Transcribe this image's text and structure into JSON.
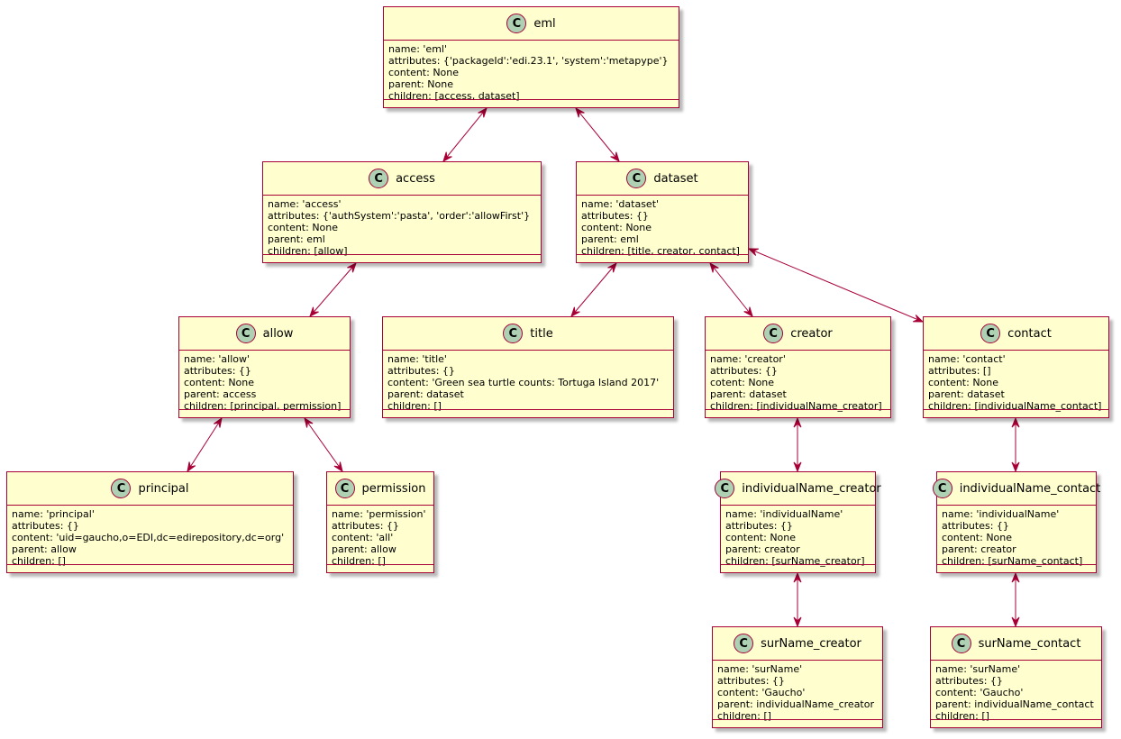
{
  "classes": {
    "eml": {
      "icon": "C",
      "name": "eml",
      "fields": [
        "name: 'eml'",
        "attributes: {'packageId':'edi.23.1', 'system':'metapype'}",
        "content: None",
        "parent: None",
        "children: [access, dataset]"
      ]
    },
    "access": {
      "icon": "C",
      "name": "access",
      "fields": [
        "name: 'access'",
        "attributes: {'authSystem':'pasta', 'order':'allowFirst'}",
        "content: None",
        "parent: eml",
        "children: [allow]"
      ]
    },
    "dataset": {
      "icon": "C",
      "name": "dataset",
      "fields": [
        "name: 'dataset'",
        "attributes: {}",
        "content: None",
        "parent: eml",
        "children: [title, creator, contact]"
      ]
    },
    "allow": {
      "icon": "C",
      "name": "allow",
      "fields": [
        "name: 'allow'",
        "attributes: {}",
        "content: None",
        "parent: access",
        "children: [principal, permission]"
      ]
    },
    "title": {
      "icon": "C",
      "name": "title",
      "fields": [
        "name: 'title'",
        "attributes: {}",
        "content: 'Green sea turtle counts: Tortuga Island 2017'",
        "parent: dataset",
        "children: []"
      ]
    },
    "creator": {
      "icon": "C",
      "name": "creator",
      "fields": [
        "name: 'creator'",
        "attributes: {}",
        "cotent: None",
        "parent: dataset",
        "children: [individualName_creator]"
      ]
    },
    "contact": {
      "icon": "C",
      "name": "contact",
      "fields": [
        "name: 'contact'",
        "attributes: []",
        "content: None",
        "parent: dataset",
        "children: [individualName_contact]"
      ]
    },
    "principal": {
      "icon": "C",
      "name": "principal",
      "fields": [
        "name: 'principal'",
        "attributes: {}",
        "content: 'uid=gaucho,o=EDI,dc=edirepository,dc=org'",
        "parent: allow",
        "children: []"
      ]
    },
    "permission": {
      "icon": "C",
      "name": "permission",
      "fields": [
        "name: 'permission'",
        "attributes: {}",
        "content: 'all'",
        "parent: allow",
        "children: []"
      ]
    },
    "individualName_creator": {
      "icon": "C",
      "name": "individualName_creator",
      "fields": [
        "name: 'individualName'",
        "attributes: {}",
        "content: None",
        "parent: creator",
        "children: [surName_creator]"
      ]
    },
    "individualName_contact": {
      "icon": "C",
      "name": "individualName_contact",
      "fields": [
        "name: 'individualName'",
        "attributes: {}",
        "content: None",
        "parent: creator",
        "children: [surName_contact]"
      ]
    },
    "surName_creator": {
      "icon": "C",
      "name": "surName_creator",
      "fields": [
        "name: 'surName'",
        "attributes: {}",
        "content: 'Gaucho'",
        "parent: individualName_creator",
        "children: []"
      ]
    },
    "surName_contact": {
      "icon": "C",
      "name": "surName_contact",
      "fields": [
        "name: 'surName'",
        "attributes: {}",
        "content: 'Gaucho'",
        "parent: individualName_contact",
        "children: []"
      ]
    }
  },
  "edges": [
    [
      "eml",
      "access"
    ],
    [
      "eml",
      "dataset"
    ],
    [
      "access",
      "allow"
    ],
    [
      "dataset",
      "title"
    ],
    [
      "dataset",
      "creator"
    ],
    [
      "dataset",
      "contact"
    ],
    [
      "allow",
      "principal"
    ],
    [
      "allow",
      "permission"
    ],
    [
      "creator",
      "individualName_creator"
    ],
    [
      "contact",
      "individualName_contact"
    ],
    [
      "individualName_creator",
      "surName_creator"
    ],
    [
      "individualName_contact",
      "surName_contact"
    ]
  ],
  "colors": {
    "box_fill": "#fefece",
    "border": "#a80036",
    "icon_fill": "#add1b2",
    "edge": "#a80036"
  }
}
